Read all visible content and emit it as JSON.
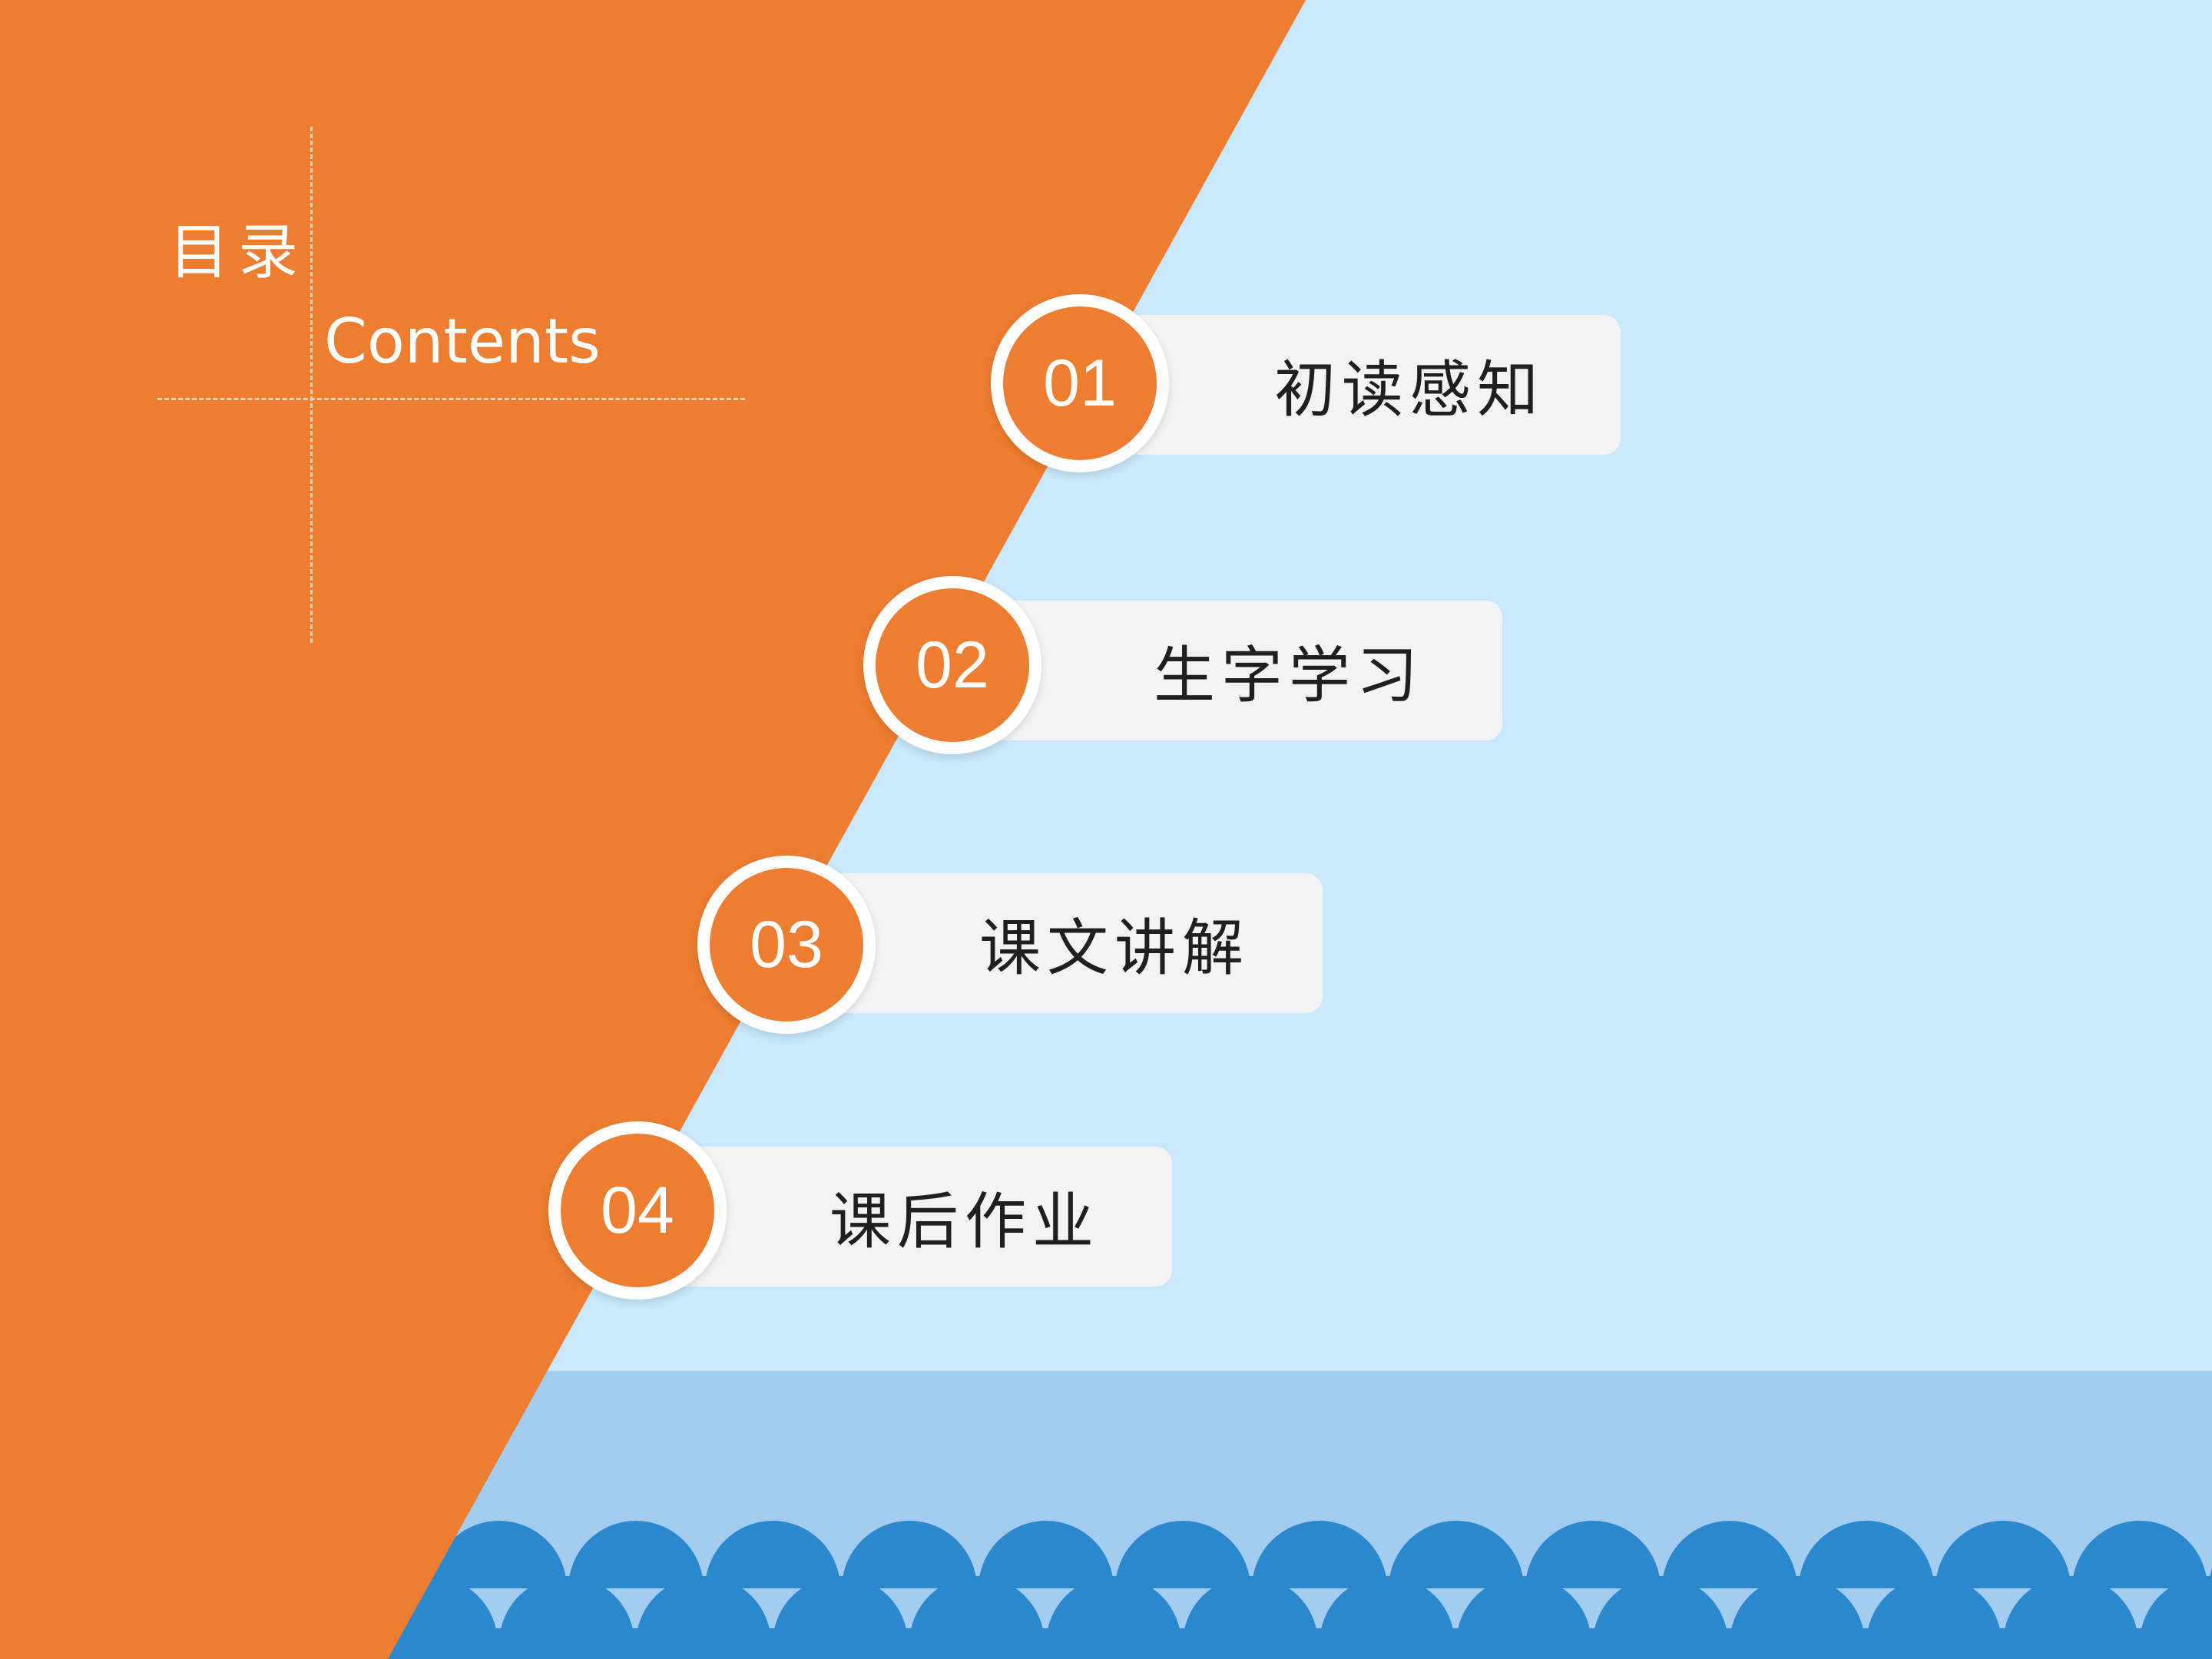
{
  "header": {
    "title_cn": "目录",
    "title_en": "Contents"
  },
  "items": [
    {
      "num": "01",
      "label": "初读感知"
    },
    {
      "num": "02",
      "label": "生字学习"
    },
    {
      "num": "03",
      "label": "课文讲解"
    },
    {
      "num": "04",
      "label": "课后作业"
    }
  ],
  "colors": {
    "orange": "#ed7d31",
    "sky": "#c9e8fc",
    "sea_light": "#a3cdf0",
    "wave": "#2b88cd",
    "pill": "#f3f3f3",
    "white": "#ffffff"
  }
}
